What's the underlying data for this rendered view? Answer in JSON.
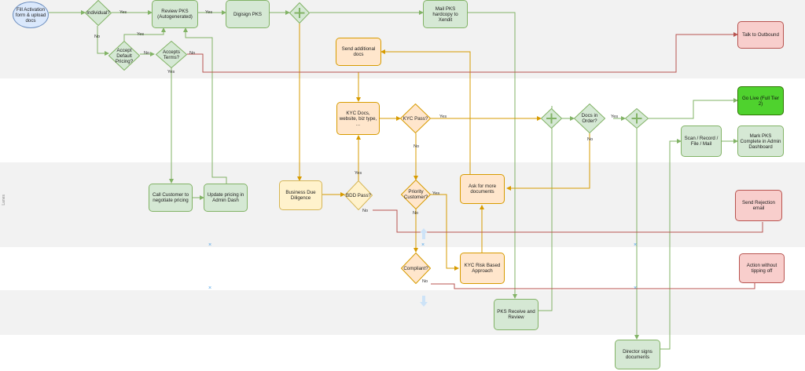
{
  "nodes": {
    "start": "Fill Activation form & upload docs",
    "review_pks": "Review PKS (Autogenerated)",
    "digisign": "Digisign PKS",
    "mail_pks": "Mail PKS hardcopy to Xendit",
    "talk_outbound": "Talk to Outbound",
    "send_additional": "Send additional docs",
    "kyc_docs": "KYC Docs, website, biz type, ...",
    "go_live": "Go Live (Full Tier 2)",
    "scan_record": "Scan / Record / File / Mail",
    "mark_pks": "Mark PKS Complete in Admin Dashboard",
    "call_customer": "Call Customer to negotiate pricing",
    "update_pricing": "Update pricing in Admin Dash",
    "business_dd": "Business Due Diligence",
    "ask_more": "Ask for more documents",
    "send_rejection": "Send Rejection email",
    "kyc_risk": "KYC Risk Based Approach",
    "action_without": "Action without tipping off",
    "pks_receive": "PKS Receive and Review",
    "director_signs": "Director signs documents"
  },
  "decisions": {
    "individual": "Individual?",
    "accept_default": "Accept Default Pricing?",
    "accepts_terms": "Accepts Terms?",
    "kyc_pass": "KYC Pass?",
    "docs_in_order": "Docs in Order?",
    "bdd_pass": "BDD Pass?",
    "priority": "Priority Customer?",
    "compliant": "Compliant?"
  },
  "edge_labels": {
    "yes_individual": "Yes",
    "no_individual": "No",
    "yes_accept_default": "Yes",
    "no_accept_default": "No",
    "no_accepts_terms": "No",
    "yes_accepts_terms": "Yes",
    "yes_review": "Yes",
    "yes_kyc": "Yes",
    "no_kyc": "No",
    "yes_docs": "Yes",
    "no_docs": "No",
    "yes_bdd": "Yes",
    "no_bdd": "No",
    "yes_priority": "Yes",
    "no_priority": "No",
    "no_compliant": "No"
  },
  "side_label": "Lanes",
  "colors": {
    "green_fill": "#d5e8d4",
    "green_stroke": "#82b366",
    "orange_fill": "#ffe6cc",
    "orange_stroke": "#d79b00",
    "red_fill": "#f8cecc",
    "red_stroke": "#b85450",
    "yellow_fill": "#fff2cc",
    "yellow_stroke": "#d6b656",
    "golive_fill": "#4fd22e"
  }
}
